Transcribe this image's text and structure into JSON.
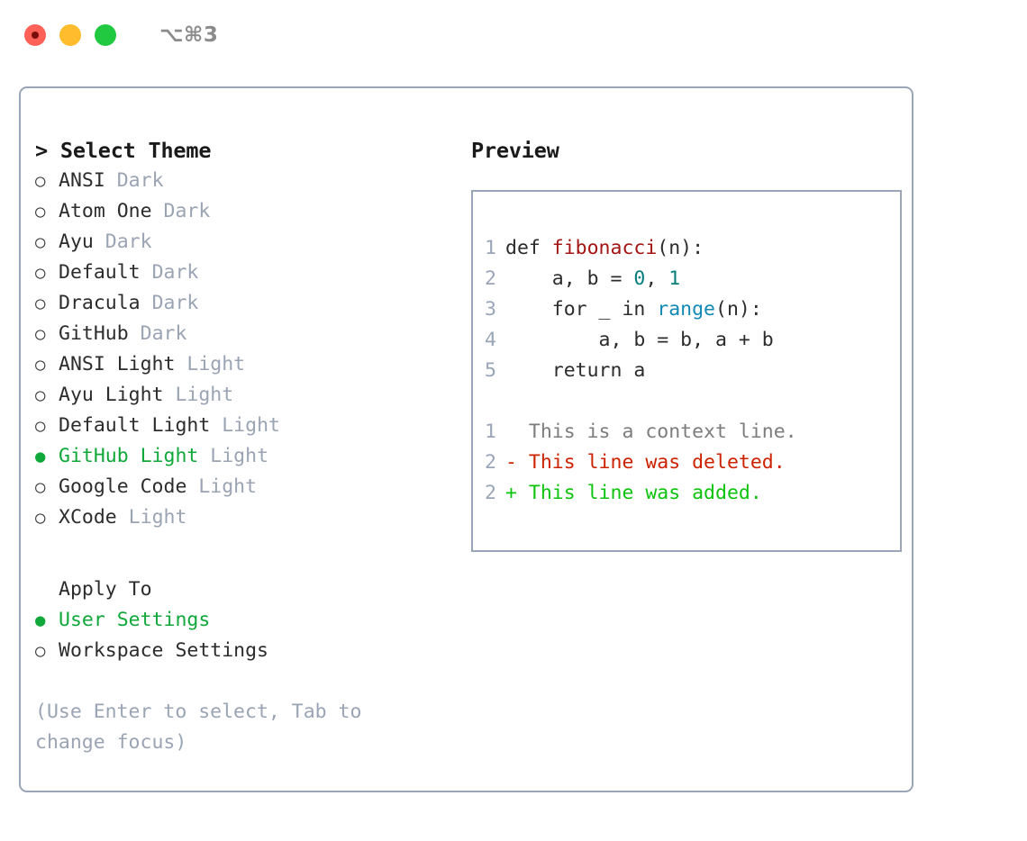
{
  "titlebar": {
    "shortcut": "⌥⌘3",
    "lights": [
      "close",
      "minimize",
      "maximize"
    ]
  },
  "select_theme": {
    "heading": "> Select Theme",
    "items": [
      {
        "bullet": "○",
        "name": "ANSI",
        "kind": "Dark",
        "selected": false
      },
      {
        "bullet": "○",
        "name": "Atom One",
        "kind": "Dark",
        "selected": false
      },
      {
        "bullet": "○",
        "name": "Ayu",
        "kind": "Dark",
        "selected": false
      },
      {
        "bullet": "○",
        "name": "Default",
        "kind": "Dark",
        "selected": false
      },
      {
        "bullet": "○",
        "name": "Dracula",
        "kind": "Dark",
        "selected": false
      },
      {
        "bullet": "○",
        "name": "GitHub",
        "kind": "Dark",
        "selected": false
      },
      {
        "bullet": "○",
        "name": "ANSI Light",
        "kind": "Light",
        "selected": false
      },
      {
        "bullet": "○",
        "name": "Ayu Light",
        "kind": "Light",
        "selected": false
      },
      {
        "bullet": "○",
        "name": "Default Light",
        "kind": "Light",
        "selected": false
      },
      {
        "bullet": "●",
        "name": "GitHub Light",
        "kind": "Light",
        "selected": true
      },
      {
        "bullet": "○",
        "name": "Google Code",
        "kind": "Light",
        "selected": false
      },
      {
        "bullet": "○",
        "name": "XCode",
        "kind": "Light",
        "selected": false
      }
    ]
  },
  "apply_to": {
    "heading": "Apply To",
    "items": [
      {
        "bullet": "●",
        "label": "User Settings",
        "selected": true
      },
      {
        "bullet": "○",
        "label": "Workspace Settings",
        "selected": false
      }
    ]
  },
  "hint": "(Use Enter to select, Tab to change focus)",
  "preview": {
    "heading": "Preview",
    "code_lines": [
      {
        "no": "1",
        "segments": [
          {
            "t": "def ",
            "c": "plain"
          },
          {
            "t": "fibonacci",
            "c": "fn"
          },
          {
            "t": "(n):",
            "c": "plain"
          }
        ]
      },
      {
        "no": "2",
        "segments": [
          {
            "t": "    a, b = ",
            "c": "plain"
          },
          {
            "t": "0",
            "c": "num"
          },
          {
            "t": ", ",
            "c": "plain"
          },
          {
            "t": "1",
            "c": "num"
          }
        ]
      },
      {
        "no": "3",
        "segments": [
          {
            "t": "    for _ in ",
            "c": "plain"
          },
          {
            "t": "range",
            "c": "call"
          },
          {
            "t": "(n):",
            "c": "plain"
          }
        ]
      },
      {
        "no": "4",
        "segments": [
          {
            "t": "        a, b = b, a + b",
            "c": "plain"
          }
        ]
      },
      {
        "no": "5",
        "segments": [
          {
            "t": "    return a",
            "c": "plain"
          }
        ]
      }
    ],
    "diff_lines": [
      {
        "no": "1",
        "marker": "  ",
        "text": "This is a context line.",
        "kind": "ctx"
      },
      {
        "no": "2",
        "marker": "- ",
        "text": "This line was deleted.",
        "kind": "del"
      },
      {
        "no": "2",
        "marker": "+ ",
        "text": "This line was added.",
        "kind": "add"
      }
    ]
  },
  "colors": {
    "border": "#9aa5b8",
    "accent_green": "#10a83a",
    "diff_add_green": "#0ec30e",
    "diff_del_red": "#cc2200",
    "keyword_red": "#a31515",
    "number_teal": "#0a7d7d",
    "call_blue": "#1289b5",
    "muted": "#9aa4b4",
    "text": "#2c2c2c"
  }
}
